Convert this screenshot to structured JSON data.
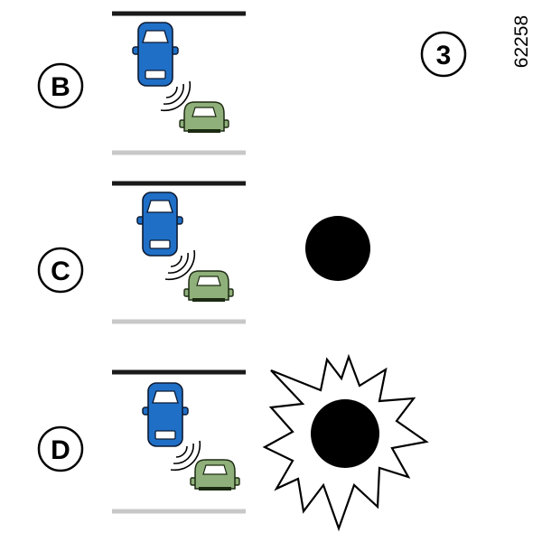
{
  "figure": {
    "step_number": "3",
    "reference_code": "62258",
    "colors": {
      "ego_vehicle": "#1f6fc7",
      "ego_outline": "#0d1b33",
      "other_vehicle": "#8fb07a",
      "other_outline": "#1c2a12",
      "road_edge_dark": "#1a1a1a",
      "road_edge_light": "#c8c8c8",
      "sensor_waves": "#000000",
      "indicator": "#000000"
    }
  },
  "scenarios": [
    {
      "label": "B",
      "indicator": "none"
    },
    {
      "label": "C",
      "indicator": "steady-dot"
    },
    {
      "label": "D",
      "indicator": "flashing-dot"
    }
  ]
}
